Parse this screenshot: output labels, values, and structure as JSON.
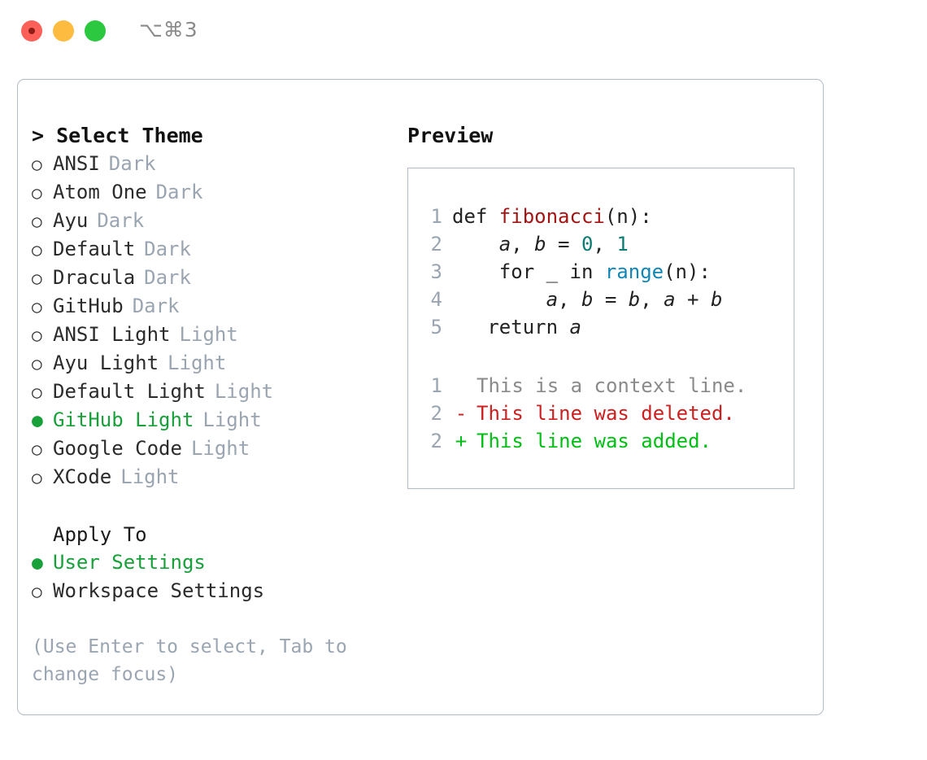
{
  "window": {
    "shortcut": "⌥⌘3",
    "traffic_lights": [
      "close",
      "minimize",
      "zoom"
    ]
  },
  "theme_section": {
    "title": "> Select Theme",
    "prompt": "&gt;",
    "selected_marker": "●",
    "unselected_marker": "○",
    "items": [
      {
        "name": "ANSI",
        "variant": "Dark",
        "selected": false
      },
      {
        "name": "Atom One",
        "variant": "Dark",
        "selected": false
      },
      {
        "name": "Ayu",
        "variant": "Dark",
        "selected": false
      },
      {
        "name": "Default",
        "variant": "Dark",
        "selected": false
      },
      {
        "name": "Dracula",
        "variant": "Dark",
        "selected": false
      },
      {
        "name": "GitHub",
        "variant": "Dark",
        "selected": false
      },
      {
        "name": "ANSI Light",
        "variant": "Light",
        "selected": false
      },
      {
        "name": "Ayu Light",
        "variant": "Light",
        "selected": false
      },
      {
        "name": "Default Light",
        "variant": "Light",
        "selected": false
      },
      {
        "name": "GitHub Light",
        "variant": "Light",
        "selected": true
      },
      {
        "name": "Google Code",
        "variant": "Light",
        "selected": false
      },
      {
        "name": "XCode",
        "variant": "Light",
        "selected": false
      }
    ]
  },
  "apply_to": {
    "title": "Apply To",
    "items": [
      {
        "name": "User Settings",
        "selected": true
      },
      {
        "name": "Workspace Settings",
        "selected": false
      }
    ]
  },
  "hint": {
    "line1": "(Use Enter to select, Tab to",
    "line2": "change focus)"
  },
  "preview": {
    "title": "Preview",
    "code_lines": [
      {
        "number": "1",
        "tokens": [
          {
            "text": "def ",
            "type": "plain"
          },
          {
            "text": "fibonacci",
            "type": "function"
          },
          {
            "text": "(n):",
            "type": "plain"
          }
        ]
      },
      {
        "number": "2",
        "tokens": [
          {
            "text": "    ",
            "type": "plain"
          },
          {
            "text": "a",
            "type": "variable"
          },
          {
            "text": ", ",
            "type": "plain"
          },
          {
            "text": "b",
            "type": "variable"
          },
          {
            "text": " = ",
            "type": "plain"
          },
          {
            "text": "0",
            "type": "number"
          },
          {
            "text": ", ",
            "type": "plain"
          },
          {
            "text": "1",
            "type": "number"
          }
        ]
      },
      {
        "number": "3",
        "tokens": [
          {
            "text": "    for _ in ",
            "type": "plain"
          },
          {
            "text": "range",
            "type": "builtin"
          },
          {
            "text": "(n):",
            "type": "plain"
          }
        ]
      },
      {
        "number": "4",
        "tokens": [
          {
            "text": "        ",
            "type": "plain"
          },
          {
            "text": "a",
            "type": "variable"
          },
          {
            "text": ", ",
            "type": "plain"
          },
          {
            "text": "b",
            "type": "variable"
          },
          {
            "text": " = ",
            "type": "plain"
          },
          {
            "text": "b",
            "type": "variable"
          },
          {
            "text": ", ",
            "type": "plain"
          },
          {
            "text": "a",
            "type": "variable"
          },
          {
            "text": " + ",
            "type": "plain"
          },
          {
            "text": "b",
            "type": "variable"
          }
        ]
      },
      {
        "number": "5",
        "tokens": [
          {
            "text": "   return ",
            "type": "plain"
          },
          {
            "text": "a",
            "type": "variable"
          }
        ]
      }
    ],
    "diff_lines": [
      {
        "number": "1",
        "sign": " ",
        "text": "This is a context line.",
        "kind": "context"
      },
      {
        "number": "2",
        "sign": "-",
        "text": "This line was deleted.",
        "kind": "deleted"
      },
      {
        "number": "2",
        "sign": "+",
        "text": "This line was added.",
        "kind": "added"
      }
    ]
  },
  "colors": {
    "selected_green": "#18a03a",
    "diff_add_green": "#00bf14",
    "diff_del_red": "#cc2020",
    "function_red": "#a31515",
    "number_teal": "#0b7c72",
    "builtin_blue": "#1186b5",
    "muted_gray": "#9aa5b1",
    "border_gray": "#b3bdc9"
  }
}
